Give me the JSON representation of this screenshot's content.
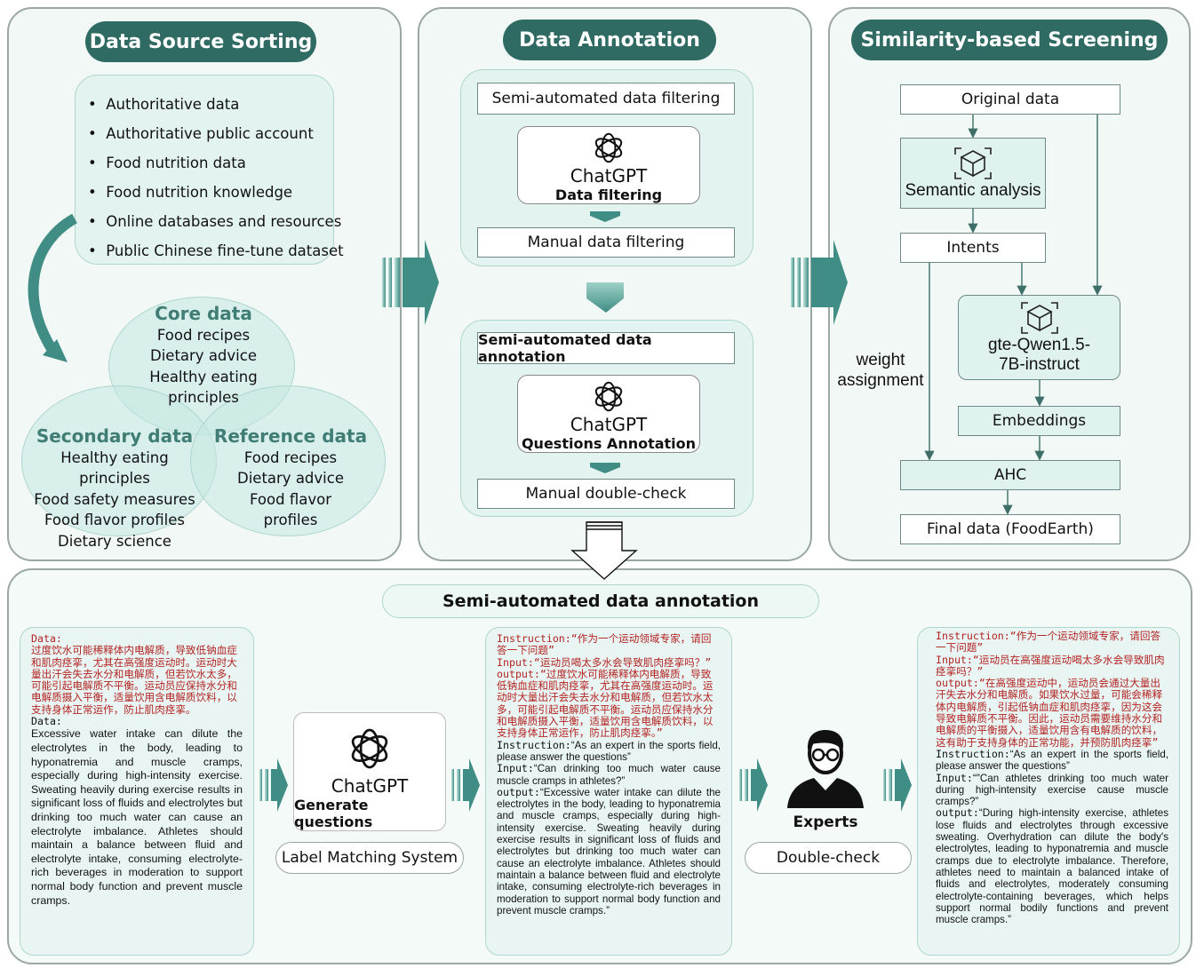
{
  "panel1": {
    "title": "Data Source Sorting",
    "sources": [
      "Authoritative data",
      "Authoritative public account",
      "Food nutrition data",
      "Food nutrition knowledge",
      "Online databases and resources",
      "Public Chinese fine-tune dataset"
    ],
    "core": {
      "title": "Core data",
      "items": [
        "Food recipes",
        "Dietary advice",
        "Healthy eating",
        "principles"
      ]
    },
    "secondary": {
      "title": "Secondary data",
      "items": [
        "Healthy eating principles",
        "Food safety measures",
        "Food flavor profiles",
        "Dietary science"
      ]
    },
    "reference": {
      "title": "Reference data",
      "items": [
        "Food recipes",
        "Dietary advice",
        "Food flavor",
        "profiles"
      ]
    }
  },
  "panel2": {
    "title": "Data Annotation",
    "step1": "Semi-automated data filtering",
    "gpt1": {
      "name": "ChatGPT",
      "sub": "Data filtering"
    },
    "step2": "Manual data filtering",
    "step3": "Semi-automated data annotation",
    "gpt2": {
      "name": "ChatGPT",
      "sub": "Questions Annotation"
    },
    "step4": "Manual double-check"
  },
  "panel3": {
    "title": "Similarity-based Screening",
    "original": "Original data",
    "semantic": "Semantic analysis",
    "intents": "Intents",
    "model_line1": "gte-Qwen1.5-",
    "model_line2": "7B-instruct",
    "embeddings": "Embeddings",
    "ahc": "AHC",
    "final": "Final data (FoodEarth)",
    "weight_line1": "weight",
    "weight_line2": "assignment"
  },
  "bottom": {
    "title": "Semi-automated data annotation",
    "box1": {
      "label_cn": "Data:",
      "cn": "过度饮水可能稀释体内电解质，导致低钠血症和肌肉痉挛，尤其在高强度运动时。运动时大量出汗会失去水分和电解质，但若饮水太多，可能引起电解质不平衡。运动员应保持水分和电解质摄入平衡，适量饮用含电解质饮料，以支持身体正常运作，防止肌肉痉挛。",
      "label_en": "Data:",
      "en": "Excessive water intake can dilute the electrolytes in the body, leading to hyponatremia and muscle cramps, especially during high-intensity exercise. Sweating heavily during exercise results in significant loss of fluids and electrolytes but drinking too much water can cause an electrolyte imbalance. Athletes should maintain a balance between fluid and electrolyte intake, consuming electrolyte-rich beverages in moderation to support normal body function and prevent muscle cramps."
    },
    "gen": {
      "name": "ChatGPT",
      "sub": "Generate questions",
      "system": "Label Matching System"
    },
    "box2": {
      "instr_cn_k": "Instruction:",
      "instr_cn": "“作为一个运动领域专家，请回答一下问题”",
      "input_cn_k": "Input:",
      "input_cn": "“运动员喝太多水会导致肌肉痉挛吗？”",
      "output_cn_k": "output:",
      "output_cn": "“过度饮水可能稀释体内电解质，导致低钠血症和肌肉痉挛，尤其在高强度运动时。运动时大量出汗会失去水分和电解质，但若饮水太多，可能引起电解质不平衡。运动员应保持水分和电解质摄入平衡，适量饮用含电解质饮料，以支持身体正常运作，防止肌肉痉挛。”",
      "instr_en_k": "Instruction:",
      "instr_en": "“As an expert in the sports field, please answer the questions”",
      "input_en_k": "Input:",
      "input_en": "“Can drinking too much water cause muscle cramps in athletes?”",
      "output_en_k": "output:",
      "output_en": "“Excessive water intake can dilute the electrolytes in the body, leading to hyponatremia and muscle cramps, especially during high-intensity exercise. Sweating heavily during exercise results in significant loss of fluids and electrolytes but drinking too much water can cause an electrolyte imbalance. Athletes should maintain a balance between fluid and electrolyte intake, consuming electrolyte-rich beverages in moderation to support normal body function and prevent muscle cramps.”"
    },
    "experts": {
      "label": "Experts",
      "check": "Double-check"
    },
    "box3": {
      "instr_cn_k": "Instruction:",
      "instr_cn": "“作为一个运动领域专家，请回答一下问题”",
      "input_cn_k": "Input:",
      "input_cn": "“运动员在高强度运动喝太多水会导致肌肉痉挛吗？”",
      "output_cn_k": "output:",
      "output_cn": "“在高强度运动中，运动员会通过大量出汗失去水分和电解质。如果饮水过量，可能会稀释体内电解质，引起低钠血症和肌肉痉挛，因为这会导致电解质不平衡。因此，运动员需要维持水分和电解质的平衡摄入，适量饮用含有电解质的饮料，这有助于支持身体的正常功能，并预防肌肉痉挛”",
      "instr_en_k": "Instruction:",
      "instr_en": "“As an expert in the sports field, please answer the questions”",
      "input_en_k": "Input:",
      "input_en": "“\"Can athletes drinking too much water during high-intensity exercise cause muscle cramps?”",
      "output_en_k": "output:",
      "output_en": "“During high-intensity exercise, athletes lose fluids and electrolytes through excessive sweating. Overhydration can dilute the body's electrolytes, leading to hyponatremia and muscle cramps due to electrolyte imbalance. Therefore, athletes need to maintain a balanced intake of fluids and electrolytes, moderately consuming electrolyte-containing beverages, which helps support normal bodily functions and prevent muscle cramps.”"
    }
  },
  "colors": {
    "teal_dark": "#2f6b62",
    "teal_light": "#e3f4f0",
    "arrow": "#3f8d84",
    "cn_text": "#b32424"
  }
}
